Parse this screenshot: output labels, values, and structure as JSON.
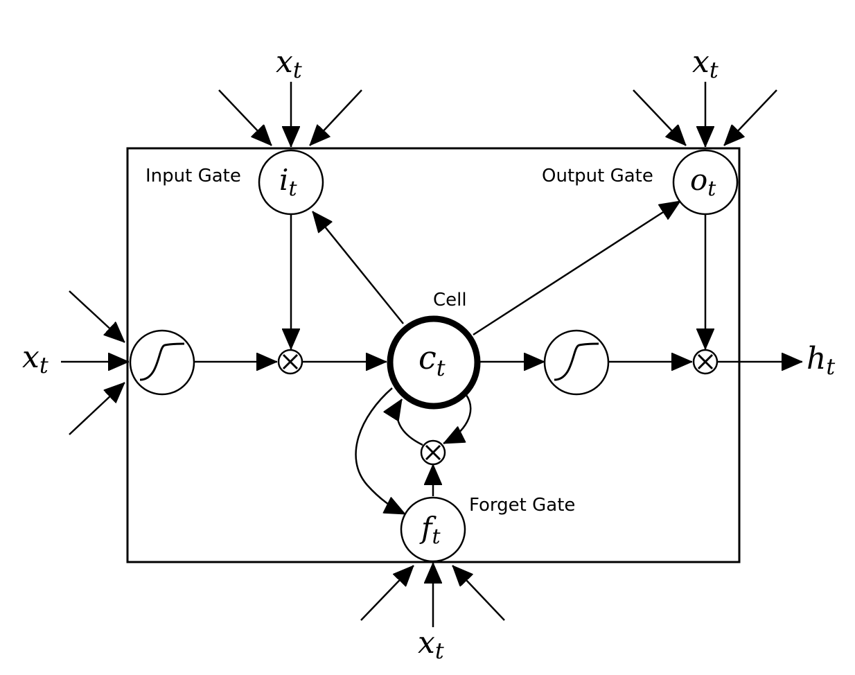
{
  "labels": {
    "input_gate": "Input Gate",
    "output_gate": "Output Gate",
    "forget_gate": "Forget Gate",
    "cell": "Cell"
  },
  "nodes": {
    "input_gate": {
      "base": "i",
      "sub": "t"
    },
    "output_gate": {
      "base": "o",
      "sub": "t"
    },
    "forget_gate": {
      "base": "f",
      "sub": "t"
    },
    "cell": {
      "base": "c",
      "sub": "t"
    }
  },
  "inputs": {
    "top_left": {
      "base": "x",
      "sub": "t"
    },
    "top_right": {
      "base": "x",
      "sub": "t"
    },
    "left": {
      "base": "x",
      "sub": "t"
    },
    "bottom": {
      "base": "x",
      "sub": "t"
    }
  },
  "output": {
    "base": "h",
    "sub": "t"
  },
  "multiply_symbol": "×"
}
